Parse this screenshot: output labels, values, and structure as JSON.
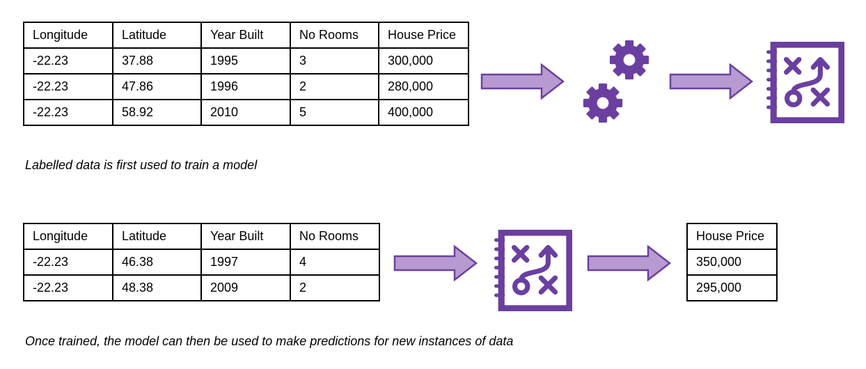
{
  "colors": {
    "accent": "#6b3fa0",
    "arrow_fill": "#b79bd0",
    "arrow_stroke": "#6b3fa0"
  },
  "training": {
    "headers": [
      "Longitude",
      "Latitude",
      "Year Built",
      "No Rooms",
      "House Price"
    ],
    "rows": [
      [
        "-22.23",
        "37.88",
        "1995",
        "3",
        "300,000"
      ],
      [
        "-22.23",
        "47.86",
        "1996",
        "2",
        "280,000"
      ],
      [
        "-22.23",
        "58.92",
        "2010",
        "5",
        "400,000"
      ]
    ],
    "caption": "Labelled data is first used to train a model",
    "icons": [
      "gears-icon",
      "model-playbook-icon"
    ]
  },
  "prediction": {
    "headers": [
      "Longitude",
      "Latitude",
      "Year Built",
      "No Rooms"
    ],
    "rows": [
      [
        "-22.23",
        "46.38",
        "1997",
        "4"
      ],
      [
        "-22.23",
        "48.38",
        "2009",
        "2"
      ]
    ],
    "output_header": "House Price",
    "output_rows": [
      "350,000",
      "295,000"
    ],
    "caption": "Once trained, the model can then be used to make predictions for new instances of data",
    "icons": [
      "model-playbook-icon"
    ]
  }
}
